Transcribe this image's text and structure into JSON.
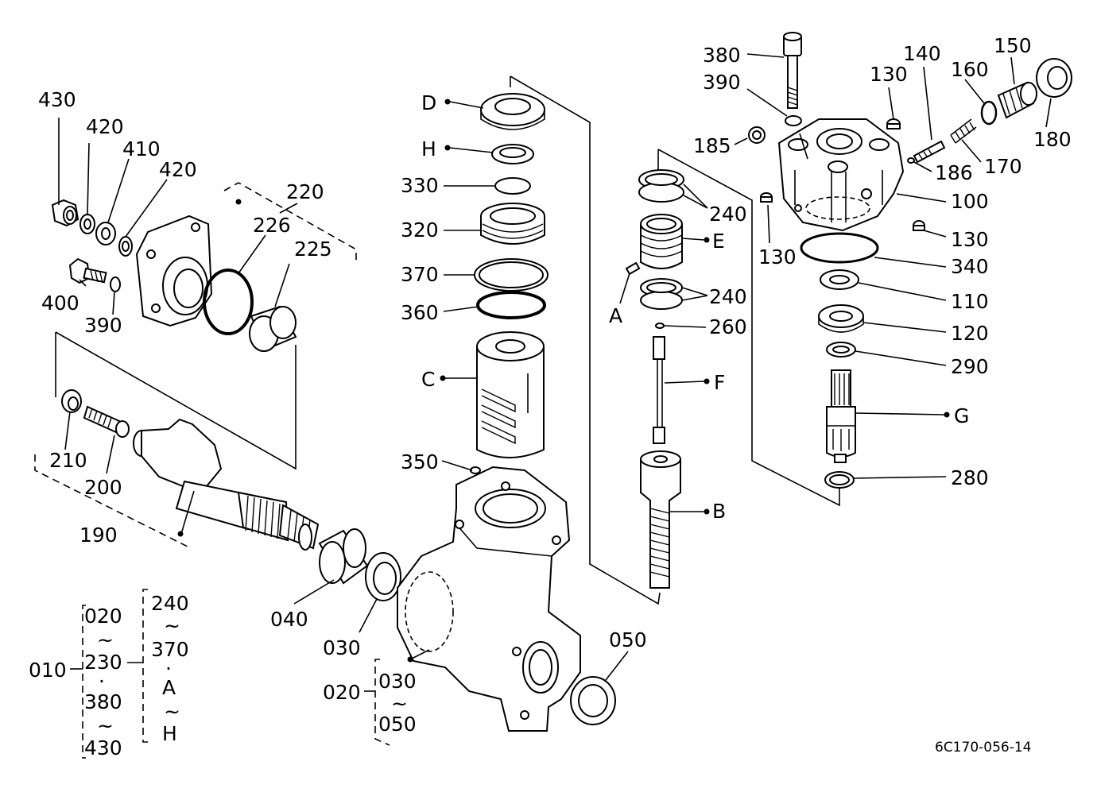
{
  "diagram": {
    "code": "6C170-056-14",
    "parts": {
      "p430": "430",
      "p420a": "420",
      "p410": "410",
      "p420b": "420",
      "p220": "220",
      "p226": "226",
      "p225": "225",
      "p400": "400",
      "p390a": "390",
      "p210": "210",
      "p200": "200",
      "p190": "190",
      "p040": "040",
      "p030": "030",
      "p050": "050",
      "p020": "020",
      "D": "D",
      "H": "H",
      "p330": "330",
      "p320": "320",
      "p370": "370",
      "p360": "360",
      "C": "C",
      "p350": "350",
      "p240a": "240",
      "E": "E",
      "A": "A",
      "p240b": "240",
      "p260": "260",
      "F": "F",
      "B": "B",
      "p380": "380",
      "p390b": "390",
      "p130a": "130",
      "p140": "140",
      "p160": "160",
      "p150": "150",
      "p185": "185",
      "p186": "186",
      "p170": "170",
      "p180": "180",
      "p100": "100",
      "p130b": "130",
      "p130c": "130",
      "p340": "340",
      "p110": "110",
      "p120": "120",
      "p290": "290",
      "G": "G",
      "p280": "280"
    },
    "assembly_note": {
      "main": "010",
      "left_range": [
        "020",
        "~",
        "230",
        "·",
        "380",
        "~",
        "430"
      ],
      "right_range": [
        "240",
        "~",
        "370",
        "·",
        "A",
        "~",
        "H"
      ],
      "sub_main": "020",
      "sub_range": [
        "030",
        "~",
        "050"
      ]
    }
  }
}
